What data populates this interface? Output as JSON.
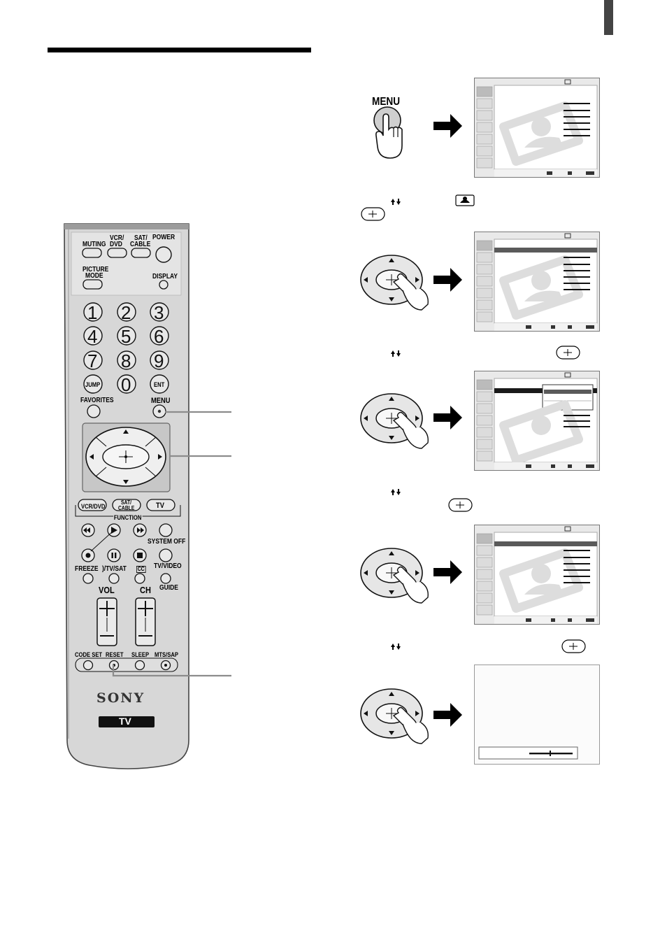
{
  "step1": {
    "menu_label": "MENU"
  },
  "remote": {
    "brand": "SONY",
    "model_label": "TV",
    "buttons": {
      "muting": "MUTING",
      "vcr_dvd_top": "VCR/\nDVD",
      "vcr_dvd_top_l1": "VCR/",
      "vcr_dvd_top_l2": "DVD",
      "sat_cable_top_l1": "SAT/",
      "sat_cable_top_l2": "CABLE",
      "power": "POWER",
      "picture_mode_l1": "PICTURE",
      "picture_mode_l2": "MODE",
      "display": "DISPLAY",
      "jump": "JUMP",
      "ent": "ENT",
      "favorites": "FAVORITES",
      "menu": "MENU",
      "vcr_dvd_func": "VCR/DVD",
      "sat_cable_func_l1": "SAT/",
      "sat_cable_func_l2": "CABLE",
      "tv_func": "TV",
      "function": "FUNCTION",
      "system_off": "SYSTEM OFF",
      "freeze": "FREEZE",
      "tv_sat": ")/TV/SAT",
      "cc": "CC",
      "tv_video": "TV/VIDEO",
      "guide": "GUIDE",
      "vol": "VOL",
      "ch": "CH",
      "code_set": "CODE SET",
      "reset": "RESET",
      "sleep": "SLEEP",
      "mts_sap": "MTS/SAP"
    },
    "digits": [
      "1",
      "2",
      "3",
      "4",
      "5",
      "6",
      "7",
      "8",
      "9",
      "0"
    ]
  },
  "colors": {
    "remote_body": "#d7d7d7",
    "remote_dark": "#8a8a8a",
    "callout": "#8c8c8c",
    "screen_bg": "#f4f4f4",
    "highlight": "#5a5a5a"
  },
  "icons": [
    "menu-button-icon",
    "hand-pointer-icon",
    "arrow-right-icon",
    "up-down-arrows-icon",
    "enter-button-icon",
    "picture-menu-icon"
  ]
}
